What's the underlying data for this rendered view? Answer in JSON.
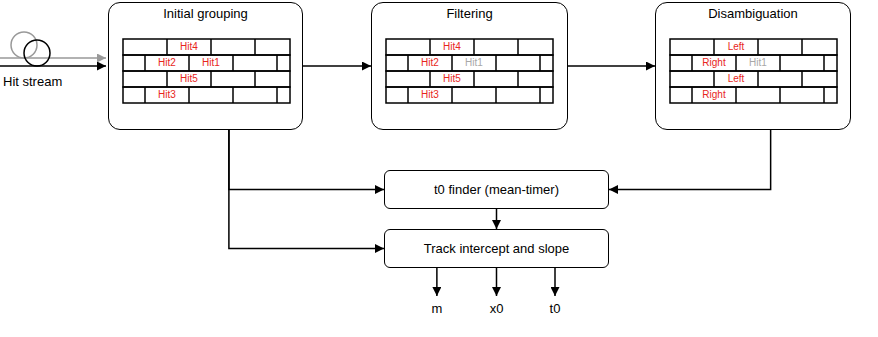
{
  "diagram": {
    "nodes": [
      {
        "text": [
          "Initial grouping",
          "Hit4",
          "Hit2",
          "Hit1",
          "Hit5",
          "Hit3"
        ]
      },
      {
        "text": [
          "Filtering",
          "Hit4",
          "Hit2",
          "Hit1",
          "Hit5",
          "Hit3"
        ]
      },
      {
        "text": [
          "Disambiguation",
          "Left",
          "Right",
          "Hit1",
          "Left",
          "Right"
        ]
      },
      {
        "text": [
          "t0 finder (mean-timer)"
        ]
      },
      {
        "text": [
          "Track intercept and slope"
        ]
      }
    ],
    "edges": [
      {
        "from": 0,
        "to": 1,
        "arrow": "to"
      },
      {
        "from": 1,
        "to": 2,
        "arrow": "to"
      },
      {
        "from": 0,
        "to": 3,
        "arrow": "to"
      },
      {
        "from": 2,
        "to": 3,
        "arrow": "to"
      },
      {
        "from": 0,
        "to": 4,
        "arrow": "to"
      },
      {
        "from": 3,
        "to": 4,
        "arrow": "to"
      }
    ],
    "labels": [
      "Hit stream",
      "m",
      "x0",
      "t0"
    ]
  }
}
